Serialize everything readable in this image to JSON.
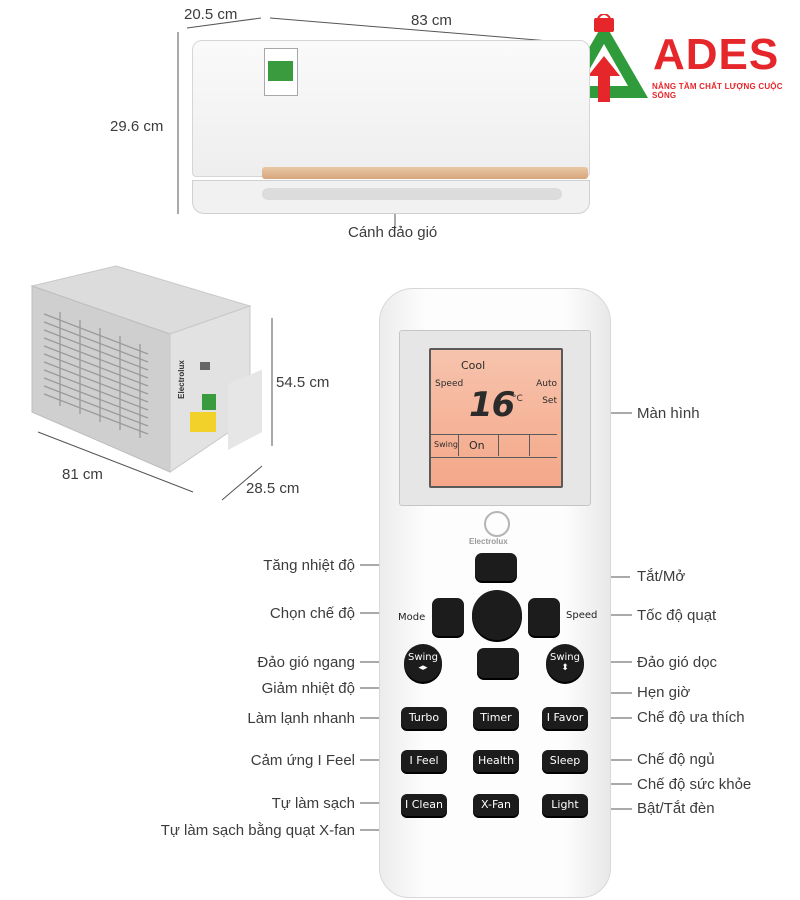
{
  "logo": {
    "name": "ADES",
    "tagline": "NÂNG TẦM CHẤT LƯỢNG CUỘC SỐNG",
    "colors": {
      "green": "#2f9b3a",
      "red": "#e5262a"
    }
  },
  "indoor_unit": {
    "depth": "20.5 cm",
    "width": "83 cm",
    "height": "29.6 cm",
    "louver_label": "Cánh đảo gió"
  },
  "outdoor_unit": {
    "brand": "Electrolux",
    "height": "54.5 cm",
    "width": "81 cm",
    "depth": "28.5 cm"
  },
  "remote": {
    "brand": "Electrolux",
    "lcd": {
      "mode": "Cool",
      "speed": "Speed",
      "auto": "Auto",
      "temperature": "16",
      "unit": "°C",
      "set": "Set",
      "swing": "Swing",
      "on": "On"
    },
    "keys": {
      "mode": "Mode",
      "speed": "Speed",
      "swing_left": "Swing",
      "swing_right": "Swing",
      "turbo": "Turbo",
      "timer": "Timer",
      "ifavor": "I Favor",
      "ifeel": "I Feel",
      "health": "Health",
      "sleep": "Sleep",
      "iclean": "I Clean",
      "xfan": "X-Fan",
      "light": "Light"
    }
  },
  "callouts": {
    "screen": "Màn hình",
    "temp_up": "Tăng nhiệt độ",
    "power": "Tắt/Mở",
    "mode": "Chọn chế độ",
    "fan_speed": "Tốc độ quạt",
    "swing_horizontal": "Đảo gió ngang",
    "swing_vertical": "Đảo gió dọc",
    "temp_down": "Giảm nhiệt độ",
    "timer": "Hẹn giờ",
    "turbo": "Làm lạnh nhanh",
    "favorite": "Chế độ ưa thích",
    "ifeel": "Cảm ứng I Feel",
    "sleep": "Chế độ ngủ",
    "health": "Chế độ sức khỏe",
    "self_clean": "Tự làm sạch",
    "light": "Bật/Tắt đèn",
    "xfan": "Tự làm sạch bằng quạt X-fan"
  }
}
